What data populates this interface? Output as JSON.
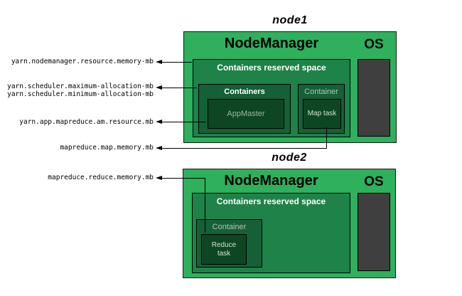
{
  "config_labels": {
    "nodemanager_resource": "yarn.nodemanager.resource.memory-mb",
    "scheduler_max": "yarn.scheduler.maximum-allocation-mb",
    "scheduler_min": "yarn.scheduler.minimum-allocation-mb",
    "am_resource": "yarn.app.mapreduce.am.resource.mb",
    "map_memory": "mapreduce.map.memory.mb",
    "reduce_memory": "mapreduce.reduce.memory.mb"
  },
  "node1": {
    "title": "node1",
    "nodemanager": "NodeManager",
    "os": "OS",
    "reserved_space": "Containers reserved space",
    "containers_label": "Containers",
    "appmaster": "AppMaster",
    "container_label": "Container",
    "task": "Map task"
  },
  "node2": {
    "title": "node2",
    "nodemanager": "NodeManager",
    "os": "OS",
    "reserved_space": "Containers reserved space",
    "container_label": "Container",
    "task": "Reduce task"
  },
  "colors": {
    "node_fill": "#2eb05c",
    "reserved_fill": "#1f8249",
    "container_fill": "#166038",
    "task_fill": "#0e4624",
    "os_fill": "#3f3f3f",
    "line": "#000000"
  }
}
